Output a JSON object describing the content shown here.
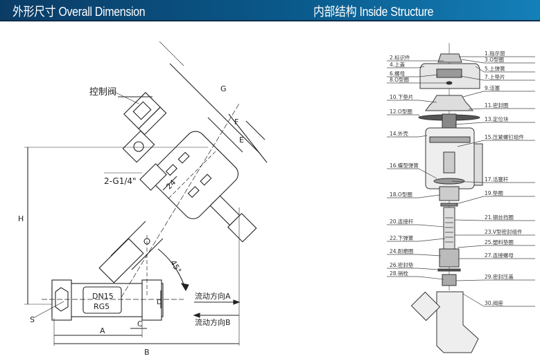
{
  "header": {
    "left_title": "外形尺寸 Overall Dimension",
    "right_title": "内部结构 Inside Structure"
  },
  "dimension_drawing": {
    "control_valve": "控制阀",
    "port_label": "2-G1/4\"",
    "wrench_size": "24",
    "dims": {
      "G": "G",
      "F": "F",
      "E": "E",
      "H": "H",
      "A": "A",
      "B": "B",
      "C": "C",
      "D": "D",
      "S": "S"
    },
    "angle": "45°",
    "body_text_1": "DN15",
    "body_text_2": "RG5",
    "flow_a": "流动方向A",
    "flow_b": "流动方向B"
  },
  "parts": [
    "1.指示窗",
    "2.标识件",
    "3.O型圈",
    "4.上盖",
    "5.上弹簧",
    "6.螺母",
    "7.上垫片",
    "8.O型圈",
    "9.活塞",
    "10.下垫片",
    "11.密封圈",
    "12.O型圈",
    "13.定位块",
    "14.外壳",
    "15.压紧螺钉组件",
    "16.蝶型弹簧",
    "17.活塞杆",
    "18.O型圈",
    "19.垫圈",
    "20.连接杆",
    "21.钢丝挡圈",
    "22.下弹簧",
    "23.V型密封组件",
    "24.耐磨圈",
    "25.塑料垫圈",
    "26.密封垫",
    "27.连接螺母",
    "28.销栓",
    "29.密封压盖",
    "30.阀座"
  ]
}
